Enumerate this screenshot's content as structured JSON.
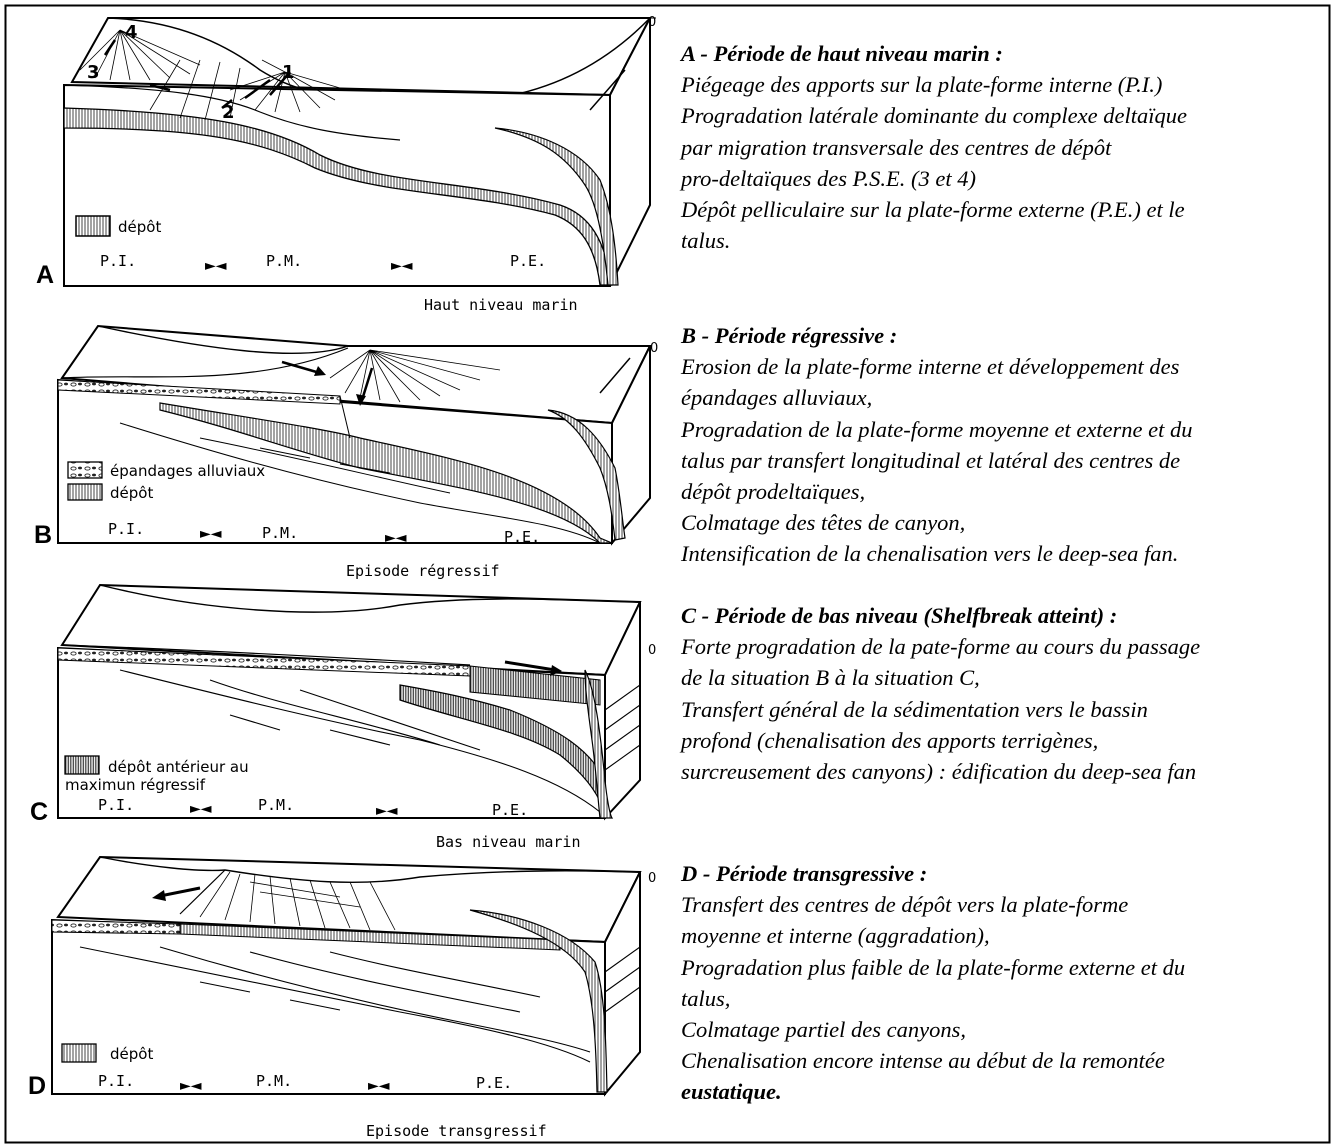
{
  "panels": [
    {
      "letter": "A",
      "legend": [
        "dépôt"
      ],
      "zones": [
        "P.I.",
        "P.M.",
        "P.E."
      ],
      "caption": "Haut niveau marin",
      "zero": "0",
      "numbers": [
        "1",
        "2",
        "3",
        "4"
      ],
      "title": "A - Période de haut niveau marin :",
      "lines": [
        "Piégeage des apports sur la plate-forme interne (P.I.)",
        "Progradation latérale dominante du complexe deltaïque",
        "par migration transversale des centres de dépôt",
        "pro-deltaïques des P.S.E. (3 et 4)",
        "Dépôt pelliculaire sur la plate-forme externe (P.E.) et le",
        "talus."
      ]
    },
    {
      "letter": "B",
      "legend": [
        "épandages alluviaux",
        "dépôt"
      ],
      "zones": [
        "P.I.",
        "P.M.",
        "P.E."
      ],
      "caption": "Episode régressif",
      "zero": "0",
      "title": "B - Période régressive :",
      "lines": [
        "Erosion de la plate-forme interne et développement des",
        "épandages alluviaux,",
        "Progradation de la plate-forme moyenne et externe et du",
        "talus par transfert longitudinal et latéral des centres de",
        "dépôt prodeltaïques,",
        "Colmatage des têtes de canyon,",
        "Intensification de la chenalisation vers le deep-sea fan."
      ]
    },
    {
      "letter": "C",
      "legend": [
        "dépôt antérieur au",
        "maximun régressif"
      ],
      "zones": [
        "P.I.",
        "P.M.",
        "P.E."
      ],
      "caption": "Bas niveau marin",
      "zero": "0",
      "title": "C - Période de bas niveau (Shelfbreak atteint) :",
      "lines": [
        "Forte progradation de la pate-forme au cours du passage",
        "de la situation B à la situation C,",
        "Transfert général de la sédimentation vers le bassin",
        "profond (chenalisation des apports terrigènes,",
        "surcreusement des canyons) : édification du deep-sea fan"
      ]
    },
    {
      "letter": "D",
      "legend": [
        "dépôt"
      ],
      "zones": [
        "P.I.",
        "P.M.",
        "P.E."
      ],
      "caption": "Episode transgressif",
      "zero": "0",
      "title": "D - Période transgressive :",
      "lines": [
        "Transfert des centres de dépôt vers la plate-forme",
        "moyenne et interne (aggradation),",
        "Progradation plus faible de la plate-forme externe et du",
        "talus,",
        "Colmatage partiel des canyons,",
        "Chenalisation encore intense au début de la remontée"
      ],
      "last_line_bold": "eustatique."
    }
  ],
  "colors": {
    "ink": "#000000",
    "paper": "#ffffff",
    "hatch": "#555555"
  }
}
